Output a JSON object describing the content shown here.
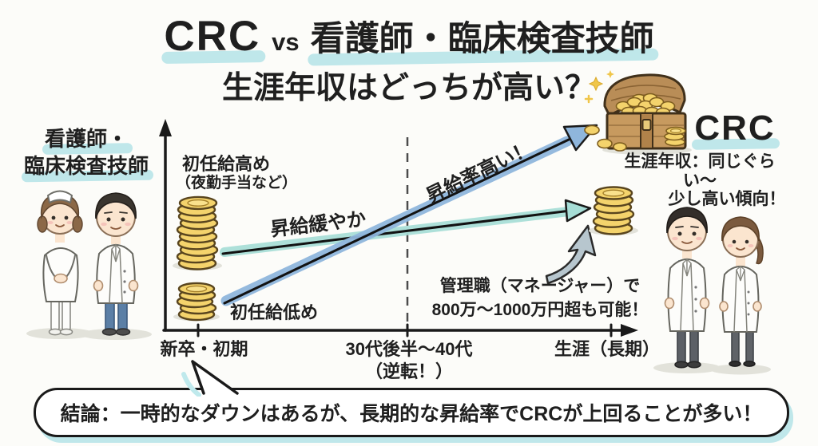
{
  "title": {
    "crc": "CRC",
    "vs": "vs",
    "others": "看護師・臨床検査技師",
    "subtitle": "生涯年収はどっちが高い？"
  },
  "left_group": {
    "label_line1": "看護師・",
    "label_line2": "臨床検査技師"
  },
  "right_group": {
    "label": "CRC",
    "note_line1": "生涯年収：同じぐらい〜",
    "note_line2": "少し高い傾向！"
  },
  "chart": {
    "annotations": {
      "nurse_start": "初任給高め",
      "nurse_start_sub": "（夜勤手当など）",
      "nurse_growth": "昇給緩やか",
      "crc_growth": "昇給率高い！",
      "crc_start": "初任給低め",
      "manager_line1": "管理職（マネージャー）で",
      "manager_line2": "800万〜1000万円超も可能！"
    },
    "x_axis": {
      "label_start": "新卒・初期",
      "label_mid_line1": "30代後半〜40代",
      "label_mid_line2": "（逆転！）",
      "label_end": "生涯（長期）"
    }
  },
  "conclusion": {
    "text": "結論：一時的なダウンはあるが、長期的な昇給率でCRCが上回ることが多い！"
  },
  "colors": {
    "highlight": "#bfe7ea",
    "nurse_line": "#a6ddd6",
    "crc_line": "#8fb6dc",
    "coin_gold": "#f4d36c",
    "arrow_gray": "#b7c6ce",
    "ink": "#1f1f1f",
    "background": "#fcfcf9"
  },
  "illustrations": [
    "nurse-illustration",
    "lab-technician-illustration",
    "crc-man-illustration",
    "crc-woman-illustration",
    "coin-stack-tall-icon",
    "coin-stack-short-icon",
    "coin-stack-right-icon",
    "treasure-chest-icon",
    "sparkle-icon",
    "nurse-salary-arrow",
    "crc-salary-arrow",
    "management-arrow-icon"
  ]
}
